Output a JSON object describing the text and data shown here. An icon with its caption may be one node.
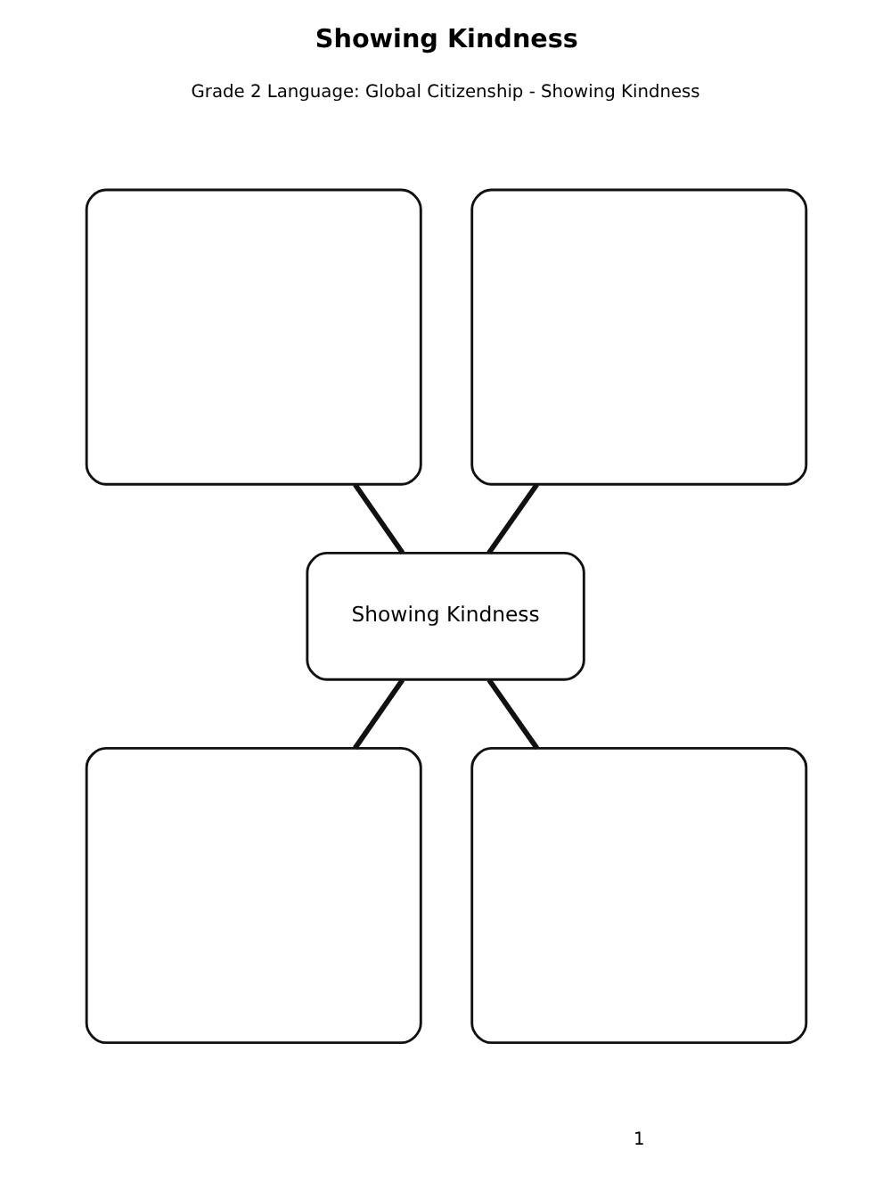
{
  "diagram": {
    "title": "Showing Kindness",
    "nodes": [
      {
        "text": [],
        "shape": "box"
      },
      {
        "text": [],
        "shape": "box"
      },
      {
        "text": [
          "Showing Kindness"
        ]
      },
      {
        "text": [],
        "shape": "box"
      },
      {
        "text": [],
        "shape": "box"
      }
    ],
    "edges": [
      {
        "from": 0,
        "to": 2,
        "arrow": "none"
      },
      {
        "from": 1,
        "to": 2,
        "arrow": "none"
      },
      {
        "from": 2,
        "to": 3,
        "arrow": "none"
      },
      {
        "from": 2,
        "to": 4,
        "arrow": "none"
      }
    ],
    "labels": [
      "Grade 2 Language: Global Citizenship - Showing Kindness",
      "1"
    ]
  }
}
